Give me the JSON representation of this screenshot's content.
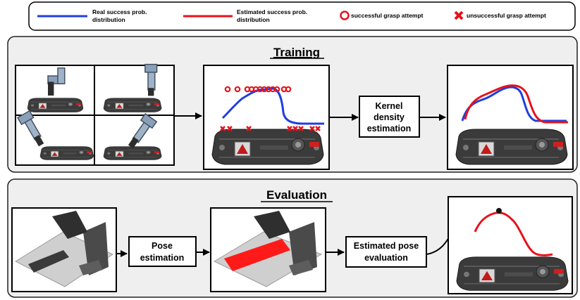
{
  "legend": {
    "items": [
      {
        "label": "Real success prob. distribution",
        "line1": "Real success prob.",
        "line2": "distribution",
        "color": "#1f3fe0",
        "icon": "blue-line-icon"
      },
      {
        "label": "Estimated success prob. distribution",
        "line1": "Estimated success prob.",
        "line2": "distribution",
        "color": "#e8111a",
        "icon": "red-line-icon"
      },
      {
        "label": "successful grasp attempt",
        "color": "#e8111a",
        "icon": "red-circle-icon"
      },
      {
        "label": "unsuccessful grasp attempt",
        "color": "#e8111a",
        "icon": "red-cross-icon"
      }
    ]
  },
  "training": {
    "title": "Training",
    "kde_box": {
      "line1": "Kernel",
      "line2": "density",
      "line3": "estimation"
    }
  },
  "evaluation": {
    "title": "Evaluation",
    "pose_box": {
      "line1": "Pose",
      "line2": "estimation"
    },
    "eval_box": {
      "line1": "Estimated pose",
      "line2": "evaluation"
    }
  },
  "colors": {
    "panel_bg": "#efefef",
    "real": "#1f3fe0",
    "estimated": "#e8111a",
    "part_dark": "#3a3a3a"
  }
}
